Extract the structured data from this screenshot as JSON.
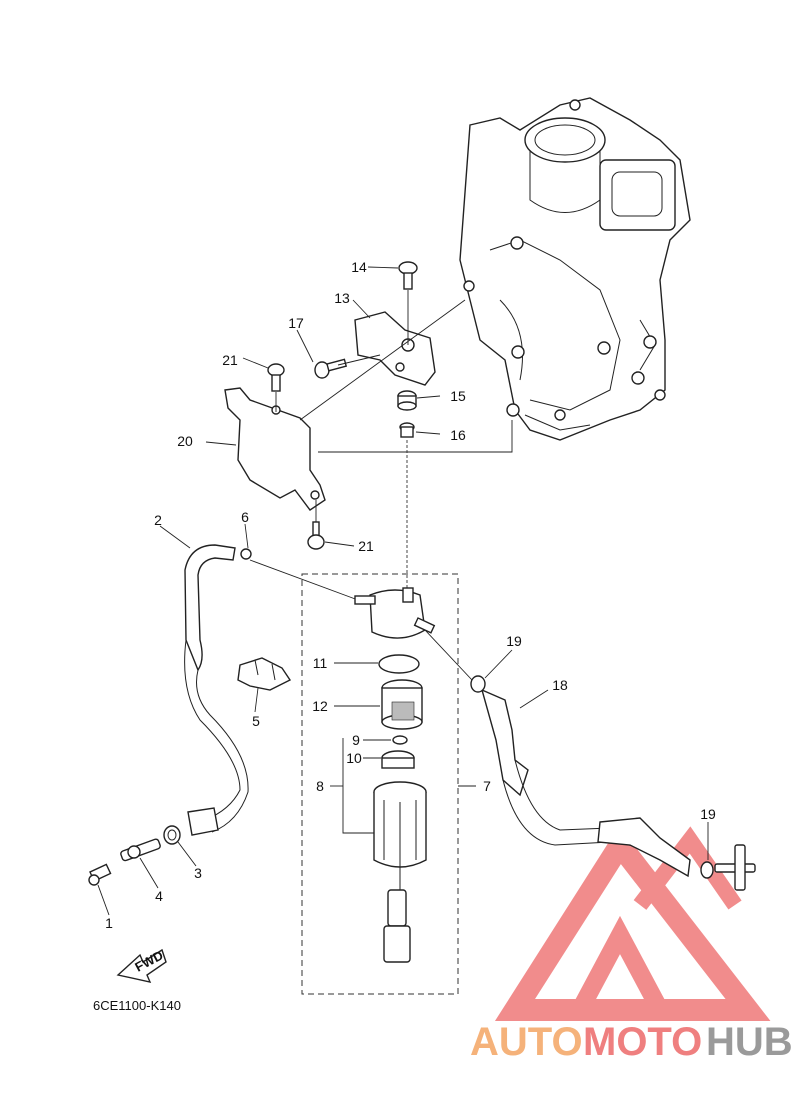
{
  "diagram": {
    "part_code": "6CE1100-K140",
    "fwd_label": "FWD",
    "callouts": [
      "1",
      "2",
      "3",
      "4",
      "5",
      "6",
      "7",
      "8",
      "9",
      "10",
      "11",
      "12",
      "13",
      "14",
      "15",
      "16",
      "17",
      "18",
      "19",
      "19",
      "20",
      "21",
      "21"
    ]
  },
  "watermark": {
    "text_auto": "AUTO",
    "text_moto": "MOTO",
    "text_hub": "HUB",
    "colors": {
      "auto": "#f5b27a",
      "moto": "#ef7f7f",
      "hub": "#9a9a9a",
      "logo": "#f08080"
    }
  }
}
